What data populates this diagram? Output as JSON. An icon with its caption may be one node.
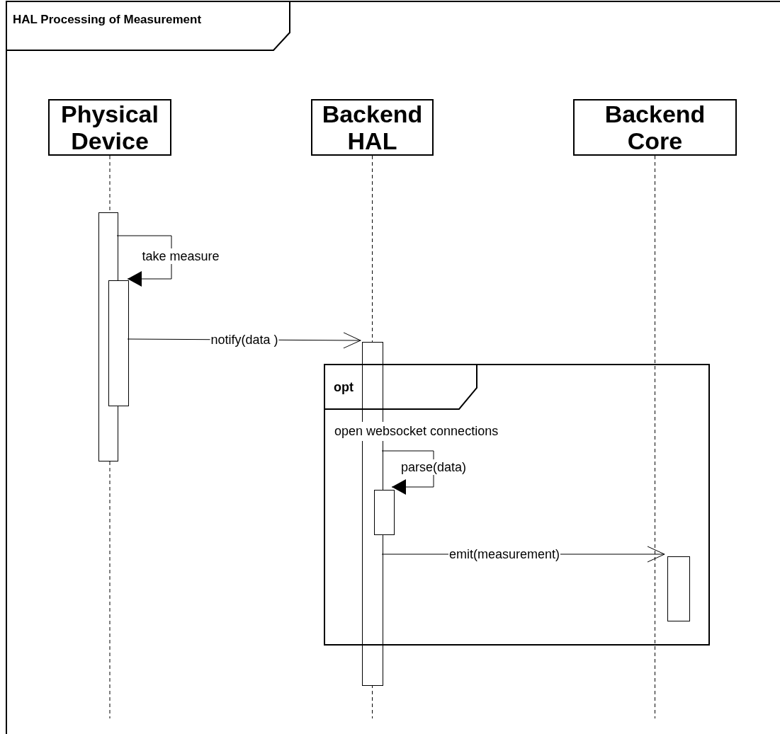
{
  "diagram": {
    "nodes": [
      {
        "text": [
          "HAL Processing of Measurement"
        ]
      },
      {
        "text": [
          "Physical Device"
        ],
        "in": 0
      },
      {
        "text": [
          "Backend HAL"
        ],
        "in": 0
      },
      {
        "text": [
          "Backend Core"
        ],
        "in": 0
      },
      {
        "text": [],
        "shape": "bar",
        "in": 0
      },
      {
        "text": [],
        "shape": "bar",
        "in": 0
      },
      {
        "text": [],
        "shape": "bar",
        "in": 0
      },
      {
        "text": [
          "opt",
          "open websocket connections"
        ],
        "in": 0
      },
      {
        "text": [],
        "shape": "bar",
        "in": 7
      },
      {
        "text": [],
        "shape": "bar",
        "in": 7
      }
    ],
    "edges": [
      {
        "from": 4,
        "to": 5,
        "arrow": "to",
        "label": "take measure"
      },
      {
        "from": 5,
        "to": 6,
        "arrow": "to",
        "label": "notify(data )"
      },
      {
        "from": 6,
        "to": 8,
        "arrow": "to",
        "label": "parse(data)"
      },
      {
        "from": 6,
        "to": 9,
        "arrow": "to",
        "label": "emit(measurement)"
      }
    ]
  }
}
